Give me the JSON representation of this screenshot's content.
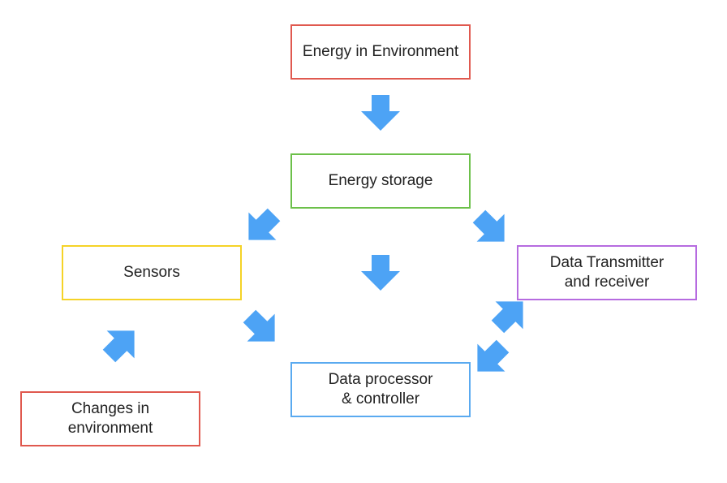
{
  "boxes": {
    "energy_environment": {
      "lines": [
        "Energy in Environment"
      ]
    },
    "energy_storage": {
      "lines": [
        "Energy storage"
      ]
    },
    "sensors": {
      "lines": [
        "Sensors"
      ]
    },
    "transmitter": {
      "lines": [
        "Data Transmitter",
        "and receiver"
      ]
    },
    "processor": {
      "lines": [
        "Data processor",
        "& controller"
      ]
    },
    "changes": {
      "lines": [
        "Changes in",
        "environment"
      ]
    }
  },
  "colors": {
    "energy_environment_border": "#e0594f",
    "energy_storage_border": "#6cc04a",
    "sensors_border": "#f5d327",
    "transmitter_border": "#b66be0",
    "processor_border": "#5aaaf0",
    "changes_border": "#e0594f",
    "arrow_fill": "#4da3f5",
    "text": "#222222"
  },
  "arrows": [
    {
      "from": "energy_environment",
      "to": "energy_storage",
      "icon": "arrow-down-icon"
    },
    {
      "from": "energy_storage",
      "to": "sensors",
      "icon": "arrow-down-left-icon"
    },
    {
      "from": "energy_storage",
      "to": "processor",
      "icon": "arrow-down-icon"
    },
    {
      "from": "energy_storage",
      "to": "transmitter",
      "icon": "arrow-down-right-icon"
    },
    {
      "from": "changes",
      "to": "sensors",
      "icon": "arrow-up-right-icon"
    },
    {
      "from": "sensors",
      "to": "processor",
      "icon": "arrow-down-right-icon"
    },
    {
      "from": "transmitter",
      "to": "processor",
      "icon": "arrow-bidirectional-icon"
    }
  ]
}
